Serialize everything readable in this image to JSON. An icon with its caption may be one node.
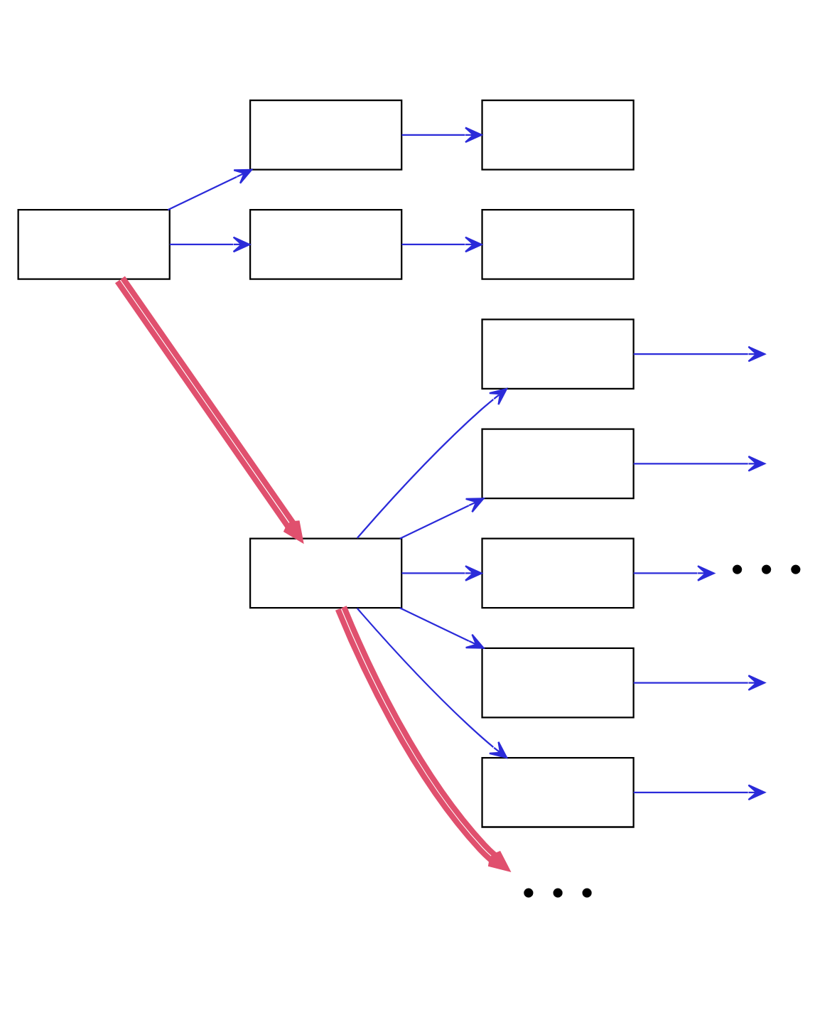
{
  "diagram": {
    "nodes": [
      {
        "text": [],
        "shape": "box"
      },
      {
        "text": [],
        "shape": "box"
      },
      {
        "text": [],
        "shape": "box"
      },
      {
        "text": [],
        "shape": "box"
      },
      {
        "text": [],
        "shape": "box"
      },
      {
        "text": [],
        "shape": "box"
      },
      {
        "text": [],
        "shape": "box"
      },
      {
        "text": [],
        "shape": "box"
      },
      {
        "text": [],
        "shape": "box"
      },
      {
        "text": [],
        "shape": "box"
      },
      {
        "text": [],
        "shape": "box"
      },
      {
        "text": [
          "• • •"
        ]
      },
      {
        "text": [
          "• • •"
        ]
      }
    ],
    "edges": [
      {
        "from": 0,
        "to": 1,
        "arrow": "to"
      },
      {
        "from": 1,
        "to": 2,
        "arrow": "to"
      },
      {
        "from": 0,
        "to": 3,
        "arrow": "to"
      },
      {
        "from": 3,
        "to": 4,
        "arrow": "to"
      },
      {
        "from": 0,
        "to": 5,
        "arrow": "to",
        "style": "thick",
        "color": "#e0506e"
      },
      {
        "from": 5,
        "to": 6,
        "arrow": "to"
      },
      {
        "from": 6,
        "to": null,
        "arrow": "to"
      },
      {
        "from": 5,
        "to": 7,
        "arrow": "to"
      },
      {
        "from": 7,
        "to": null,
        "arrow": "to"
      },
      {
        "from": 5,
        "to": 8,
        "arrow": "to"
      },
      {
        "from": 8,
        "to": 11,
        "arrow": "to"
      },
      {
        "from": 5,
        "to": 9,
        "arrow": "to"
      },
      {
        "from": 9,
        "to": null,
        "arrow": "to"
      },
      {
        "from": 5,
        "to": 10,
        "arrow": "to"
      },
      {
        "from": 10,
        "to": null,
        "arrow": "to"
      },
      {
        "from": 5,
        "to": 12,
        "arrow": "to",
        "style": "thick",
        "color": "#e0506e"
      }
    ]
  }
}
